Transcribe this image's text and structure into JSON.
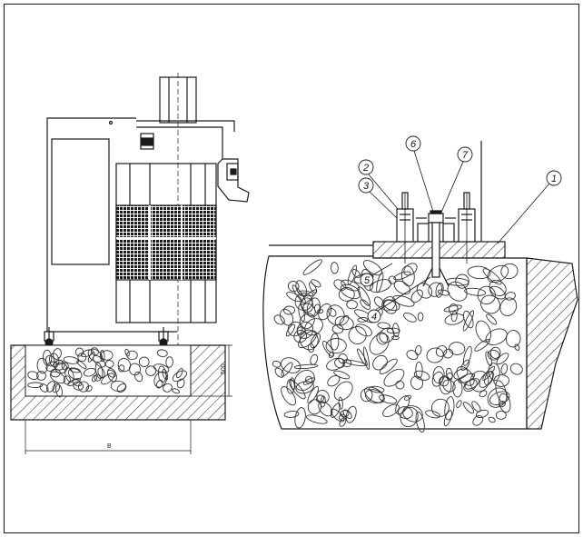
{
  "callouts": [
    {
      "id": "c1",
      "text": "1"
    },
    {
      "id": "c2",
      "text": "2"
    },
    {
      "id": "c3",
      "text": "3"
    },
    {
      "id": "c4",
      "text": "4"
    },
    {
      "id": "c5",
      "text": "5"
    },
    {
      "id": "c6",
      "text": "6"
    },
    {
      "id": "c7",
      "text": "7"
    }
  ],
  "dimensions": {
    "height": "500",
    "width": "B"
  },
  "colors": {
    "line": "#1a1a1a",
    "background": "#ffffff",
    "grille": "#1a1a1a"
  }
}
